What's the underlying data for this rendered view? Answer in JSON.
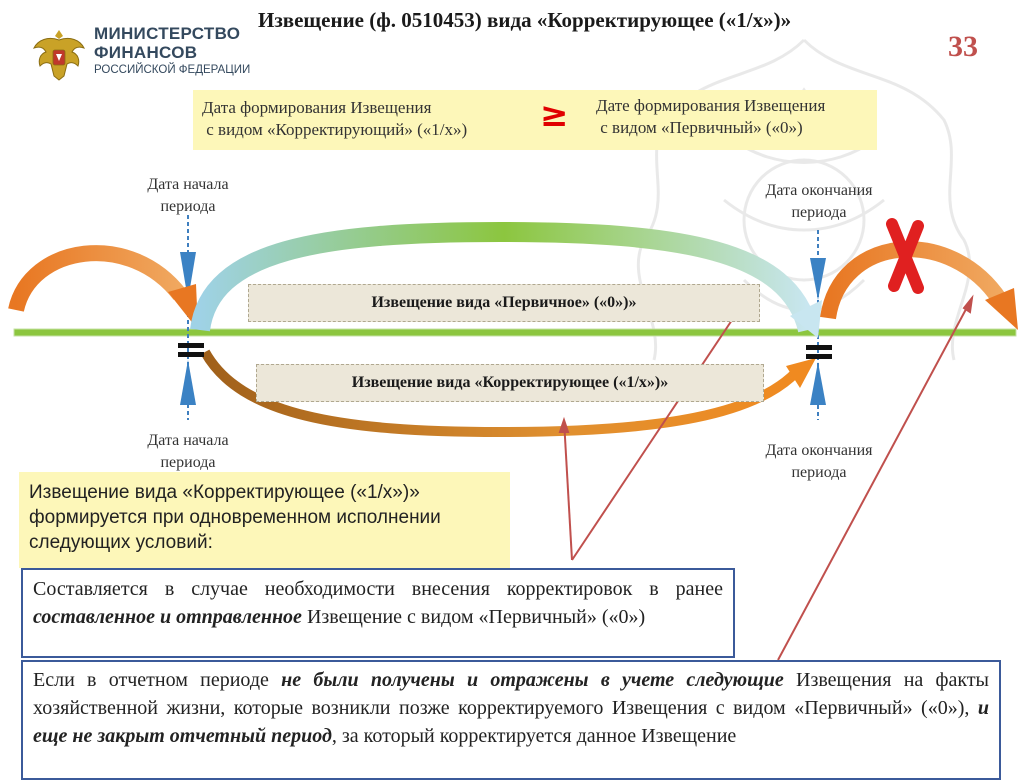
{
  "logo": {
    "line1": "МИНИСТЕРСТВО",
    "line2": "ФИНАНСОВ",
    "line3": "РОССИЙСКОЙ ФЕДЕРАЦИИ"
  },
  "title": "Извещение (ф. 0510453) вида «Корректирующее («1/х»)»",
  "slide_number": "33",
  "date_rule": {
    "left_line1": "Дата формирования Извещения",
    "left_line2": " с видом «Корректирующий» («1/х»)",
    "symbol": "≥",
    "right_line1": "Дате формирования Извещения",
    "right_line2": " с видом «Первичный» («0»)"
  },
  "timeline": {
    "start_top_line1": "Дата начала",
    "start_top_line2": "периода",
    "end_top_line1": "Дата окончания",
    "end_top_line2": "периода",
    "start_bottom_line1": "Дата начала",
    "start_bottom_line2": "периода",
    "end_bottom_line1": "Дата окончания",
    "end_bottom_line2": "периода",
    "primary_label": "Извещение вида «Первичное» («0»)»",
    "correcting_label": "Извещение вида «Корректирующее («1/х»)»"
  },
  "conditions_intro": {
    "line1": "Извещение вида «Корректирующее («1/х»)»",
    "line2": "формируется при одновременном исполнении",
    "line3": "следующих условий:"
  },
  "condition1": {
    "part1": "Составляется в случае необходимости внесения корректировок в ранее ",
    "emph": "составленное и отправленное",
    "part2": " Извещение с видом «Первичный» («0»)"
  },
  "condition2": {
    "part1": "Если в отчетном периоде ",
    "emph1": "не были получены и отражены в учете следующие",
    "part2": " Извещения на факты хозяйственной жизни, которые возникли позже корректируемого Извещения с видом «Первичный» («0»), ",
    "emph2": "и еще не закрыт отчетный период",
    "part3": ", за который корректируется данное Извещение"
  },
  "colors": {
    "title_number": "#c0504d",
    "highlight_box": "#fdf7b9",
    "border_blue": "#3b5a9a",
    "timeline_green": "#8cc63f",
    "arrow_orange": "#e87722",
    "pointer_red": "#c0504d"
  }
}
